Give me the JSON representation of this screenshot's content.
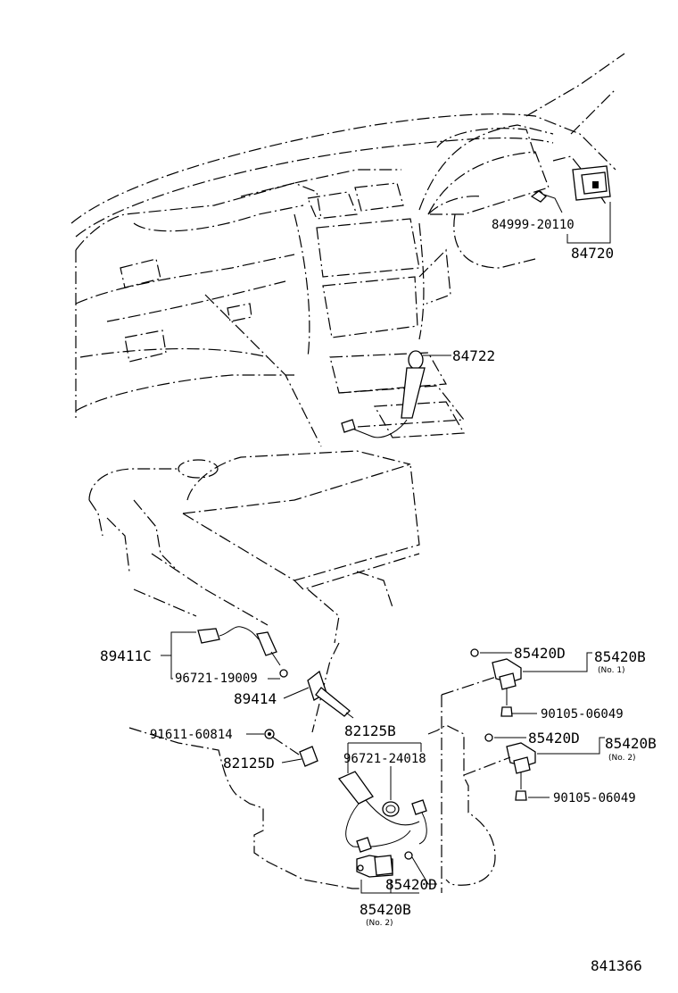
{
  "labels": {
    "p84999": "84999-20110",
    "p84720": "84720",
    "p84722": "84722",
    "p89411C": "89411C",
    "p96721_19009": "96721-19009",
    "p89414": "89414",
    "p91611": "91611-60814",
    "p82125D": "82125D",
    "p82125B": "82125B",
    "p96721_24018": "96721-24018",
    "p85420D_a": "85420D",
    "p85420B_a": "85420B",
    "no1": "(No. 1)",
    "p90105_a": "90105-06049",
    "p85420D_b": "85420D",
    "p85420B_b": "85420B",
    "no2_a": "(No. 2)",
    "p90105_b": "90105-06049",
    "p85420D_c": "85420D",
    "p85420B_c": "85420B",
    "no2_b": "(No. 2)",
    "ref": "841366"
  }
}
